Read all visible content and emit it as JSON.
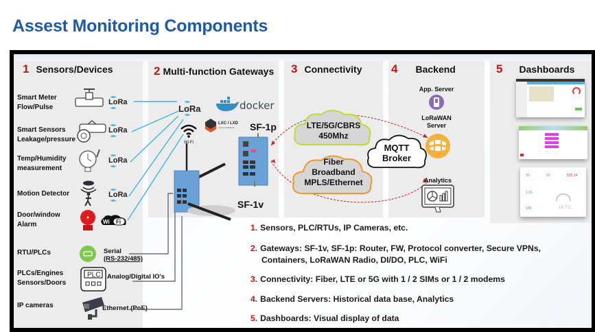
{
  "title": "Assest Monitoring Components",
  "sections": [
    {
      "num": "1",
      "label": "Sensors/Devices"
    },
    {
      "num": "2",
      "label": "Multi-function Gateways"
    },
    {
      "num": "3",
      "label": "Connectivity"
    },
    {
      "num": "4",
      "label": "Backend"
    },
    {
      "num": "5",
      "label": "Dashboards"
    }
  ],
  "devices": [
    {
      "label": "Smart Meter Flow/Pulse",
      "icon": "valve-icon",
      "link": "LoRa"
    },
    {
      "label": "Smart Sensors Leakage/pressure",
      "icon": "pressure-meter-icon",
      "link": "LoRa"
    },
    {
      "label": "Temp/Humidity measurement",
      "icon": "thermometer-sensor-icon",
      "link": "LoRa"
    },
    {
      "label": "Motion Detector",
      "icon": "motion-sensor-icon",
      "link": "LoRa"
    },
    {
      "label": "Door/window Alarm",
      "icon": "alarm-bell-icon",
      "link": "WiFi"
    },
    {
      "label": "RTU/PLCs",
      "icon": "serial-port-icon",
      "link": "Serial (RS-232/485)",
      "link_lines": [
        "Serial",
        "(RS-232/485)"
      ]
    },
    {
      "label": "PLCs/Engines Sensors/Doors",
      "icon": "plc-icon",
      "link": "Analog/Digital IO's"
    },
    {
      "label": "IP cameras",
      "icon": "ip-camera-icon",
      "link": "Ethernet (PoE)"
    }
  ],
  "device_label_lines": [
    [
      "Smart Meter",
      "Flow/Pulse"
    ],
    [
      "Smart Sensors",
      "Leakage/pressure"
    ],
    [
      "Temp/Humidity",
      "measurement"
    ],
    [
      "Motion Detector"
    ],
    [
      "Door/window",
      "Alarm"
    ],
    [
      "RTU/PLCs"
    ],
    [
      "PLCs/Engines",
      "Sensors/Doors"
    ],
    [
      "IP cameras"
    ]
  ],
  "icons": {
    "plc_text": "PLC",
    "wifi_badge_left": "Wi",
    "wifi_badge_right": "Fi"
  },
  "gateways": {
    "lora_label": "LoRa",
    "wifi_label": "Wi-Fi",
    "docker_label": "docker",
    "lxc_label": "LXC / LXD",
    "lxc_sub": "Linux Containers",
    "sf1p": "SF-1p",
    "sf1v": "SF-1v"
  },
  "connectivity": {
    "cloud_cellular": [
      "LTE/5G/CBRS",
      "450Mhz"
    ],
    "cloud_fiber": [
      "Fiber",
      "Broadband",
      "MPLS/Ethernet"
    ],
    "mqtt": [
      "MQTT",
      "Broker"
    ]
  },
  "backend": {
    "app_server": "App. Server",
    "lorawan_server": [
      "LoRaWAN",
      "Server"
    ],
    "analytics": "Analytics"
  },
  "dashboards": {
    "readings": [
      "30",
      "50",
      "525.14",
      "1.31",
      "100",
      "18.7°C"
    ]
  },
  "descriptions": [
    {
      "n": "1.",
      "lines": [
        "Sensors, PLC/RTUs, IP Cameras, etc."
      ]
    },
    {
      "n": "2.",
      "lines": [
        "Gateways: SF-1v, SF-1p: Router, FW, Protocol converter, Secure VPNs,",
        "Containers, LoRaWAN Radio, DI/DO, PLC, WiFi"
      ]
    },
    {
      "n": "3.",
      "lines": [
        "Connectivity: Fiber, LTE or 5G with 1 / 2 SIMs or  1 / 2 modems"
      ]
    },
    {
      "n": "4.",
      "lines": [
        "Backend Servers: Historical data base, Analytics"
      ]
    },
    {
      "n": "5.",
      "lines": [
        "Dashboards: Visual display of data"
      ]
    }
  ],
  "colors": {
    "title": "#1f5aa8",
    "section_number": "#cc1111",
    "lora_line": "#3cb4e6",
    "cloud_cellular_border": "#c4d92c",
    "cloud_fiber_border": "#f0962a",
    "lorawan_server": "#f5b13d",
    "app_server": "#8a6bb8",
    "gateway_blue": "#5b9bd5",
    "red_dashed": "#cc2222"
  }
}
